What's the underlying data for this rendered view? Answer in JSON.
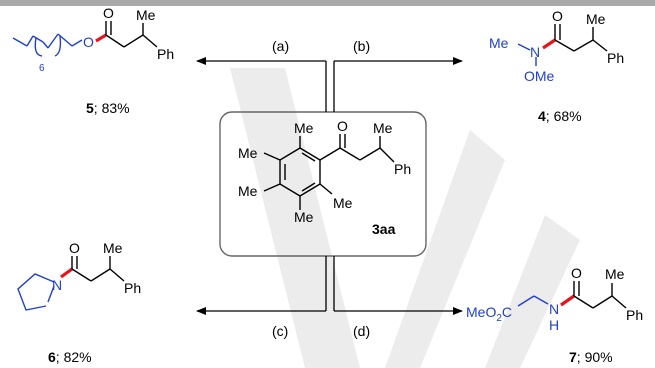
{
  "conditions": {
    "a": "(a)",
    "b": "(b)",
    "c": "(c)",
    "d": "(d)"
  },
  "center": {
    "compound": "3aa",
    "atoms": {
      "me": "Me",
      "ph": "Ph",
      "o": "O"
    }
  },
  "products": [
    {
      "number": "5",
      "yield": "; 83%",
      "atoms": {
        "o": "O",
        "me": "Me",
        "ph": "Ph",
        "repeat": "6"
      }
    },
    {
      "number": "4",
      "yield": "; 68%",
      "atoms": {
        "o": "O",
        "me": "Me",
        "n": "N",
        "ome": "OMe",
        "ph": "Ph"
      }
    },
    {
      "number": "6",
      "yield": "; 82%",
      "atoms": {
        "o": "O",
        "n": "N",
        "me": "Me",
        "ph": "Ph"
      }
    },
    {
      "number": "7",
      "yield": "; 90%",
      "atoms": {
        "meo": "MeO",
        "two": "2",
        "c": "C",
        "n": "N",
        "h": "H",
        "o": "O",
        "me": "Me",
        "ph": "Ph"
      }
    }
  ],
  "colors": {
    "new_bond": "#e8141c",
    "reagent": "#1f3fd0",
    "box": "#666666",
    "watermark": "#ececec"
  }
}
